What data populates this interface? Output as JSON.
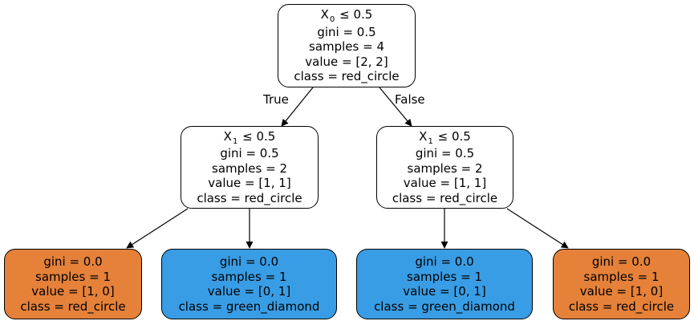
{
  "colors": {
    "red_circle_leaf": "#e58139",
    "green_diamond_leaf": "#399de5",
    "node_fill": "#ffffff",
    "edge": "#000000"
  },
  "edges": {
    "true_label": "True",
    "false_label": "False"
  },
  "nodes": {
    "root": {
      "feature": "X",
      "feature_index": "0",
      "threshold": "≤ 0.5",
      "gini": "gini = 0.5",
      "samples": "samples = 4",
      "value": "value = [2, 2]",
      "class": "class = red_circle"
    },
    "left": {
      "feature": "X",
      "feature_index": "1",
      "threshold": "≤ 0.5",
      "gini": "gini = 0.5",
      "samples": "samples = 2",
      "value": "value = [1, 1]",
      "class": "class = red_circle"
    },
    "right": {
      "feature": "X",
      "feature_index": "1",
      "threshold": "≤ 0.5",
      "gini": "gini = 0.5",
      "samples": "samples = 2",
      "value": "value = [1, 1]",
      "class": "class = red_circle"
    },
    "leaf_ll": {
      "gini": "gini = 0.0",
      "samples": "samples = 1",
      "value": "value = [1, 0]",
      "class": "class = red_circle"
    },
    "leaf_lr": {
      "gini": "gini = 0.0",
      "samples": "samples = 1",
      "value": "value = [0, 1]",
      "class": "class = green_diamond"
    },
    "leaf_rl": {
      "gini": "gini = 0.0",
      "samples": "samples = 1",
      "value": "value = [0, 1]",
      "class": "class = green_diamond"
    },
    "leaf_rr": {
      "gini": "gini = 0.0",
      "samples": "samples = 1",
      "value": "value = [1, 0]",
      "class": "class = red_circle"
    }
  }
}
